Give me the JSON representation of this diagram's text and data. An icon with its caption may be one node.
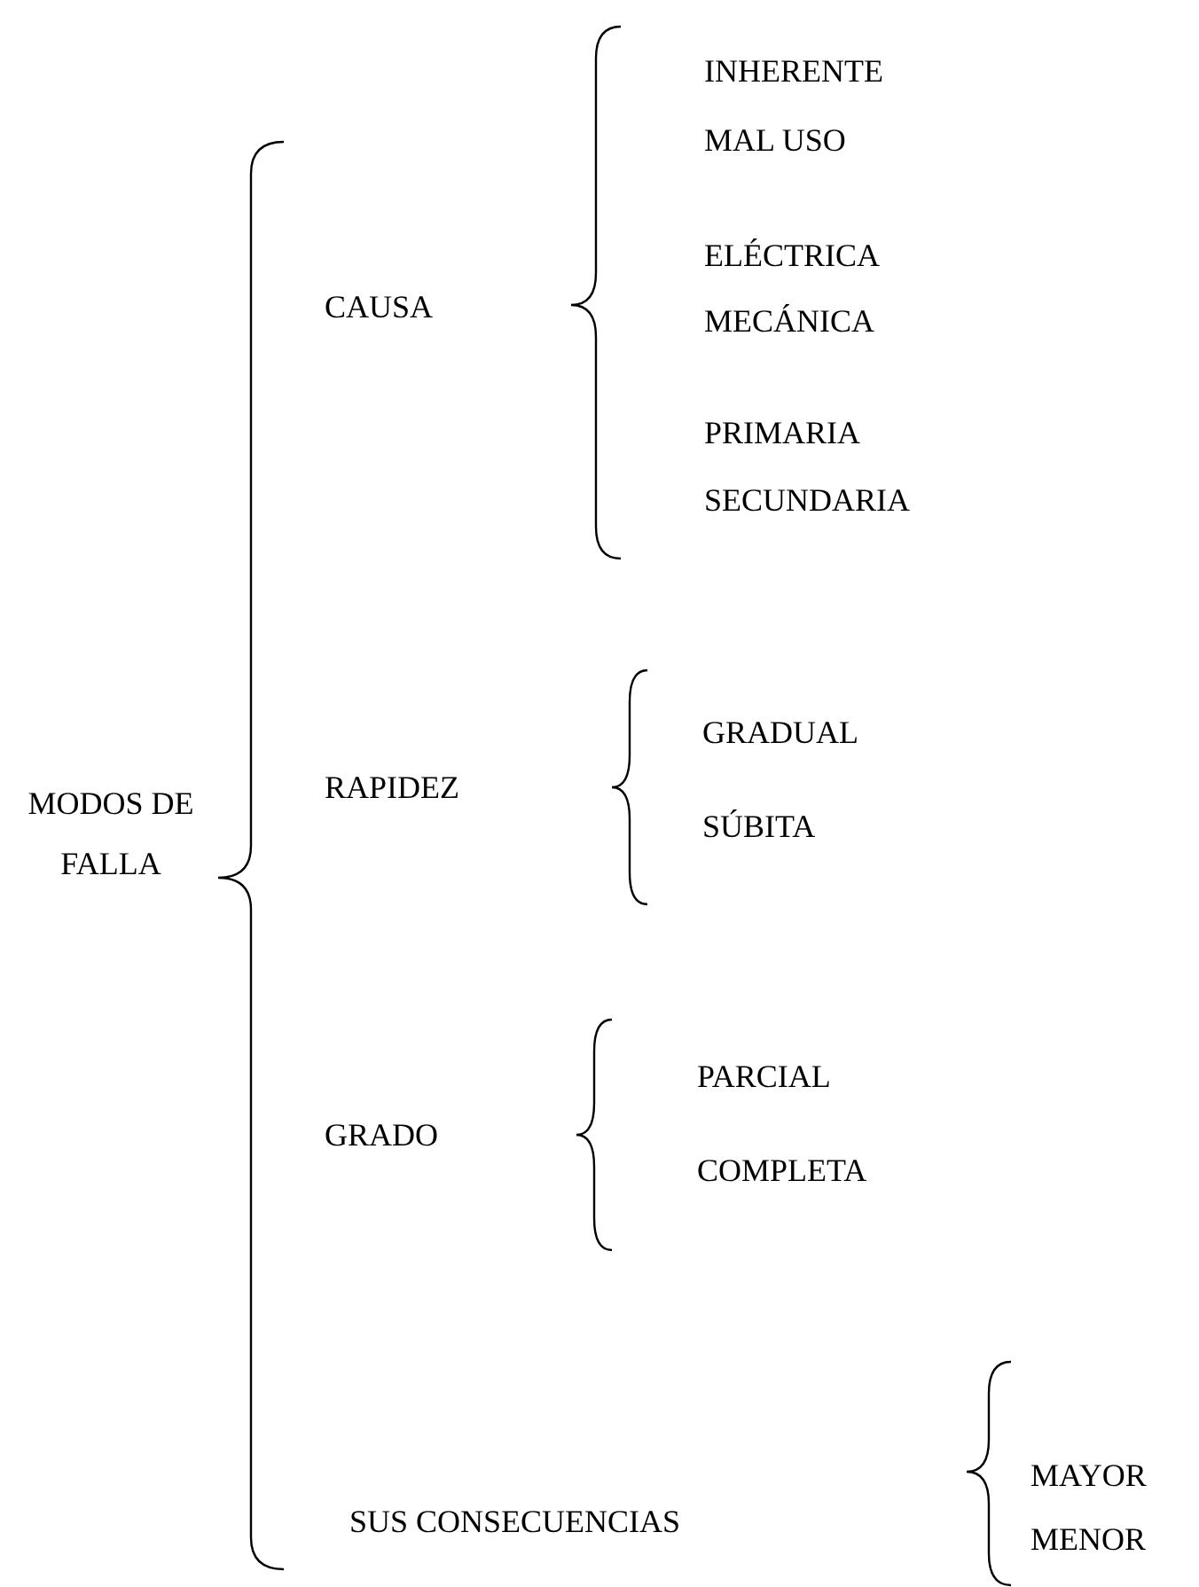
{
  "diagram": {
    "labels": [
      "MODOS DE FALLA",
      "CAUSA",
      "INHERENTE",
      "MAL USO",
      "ELÉCTRICA",
      "MECÁNICA",
      "PRIMARIA",
      "SECUNDARIA",
      "RAPIDEZ",
      "GRADUAL",
      "SÚBITA",
      "GRADO",
      "PARCIAL",
      "COMPLETA",
      "SUS CONSECUENCIAS",
      "MAYOR",
      "MENOR"
    ]
  }
}
